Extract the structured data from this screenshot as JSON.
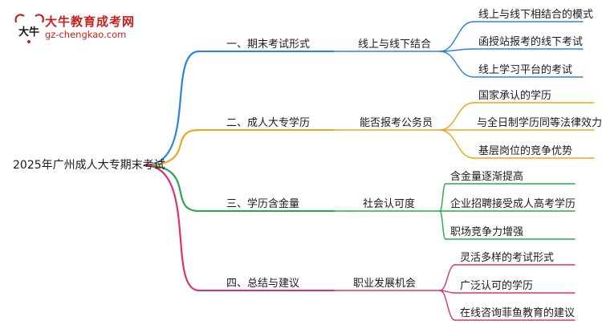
{
  "logo": {
    "title": "大牛教育成考网",
    "url": "gz-chengkao.com",
    "mark_glyph": "大牛",
    "color": "#c8201e"
  },
  "root": {
    "label": "2025年广州成人大专期末考试"
  },
  "branches": [
    {
      "label": "一、期末考试形式",
      "sub": "线上与线下结合",
      "color": "#2b83e0",
      "leaves": [
        "线上与线下相结合的模式",
        "函授站报考的线下考试",
        "线上学习平台的考试"
      ]
    },
    {
      "label": "二、成人大专学历",
      "sub": "能否报考公务员",
      "color": "#f0a41c",
      "leaves": [
        "国家承认的学历",
        "与全日制学历同等法律效力",
        "基层岗位的竞争优势"
      ]
    },
    {
      "label": "三、学历含金量",
      "sub": "社会认可度",
      "color": "#2aa84a",
      "leaves": [
        "含金量逐渐提高",
        "企业招聘接受成人高考学历",
        "职场竞争力增强"
      ]
    },
    {
      "label": "四、总结与建议",
      "sub": "职业发展机会",
      "color": "#e0306d",
      "leaves": [
        "灵活多样的考试形式",
        "广泛认可的学历",
        "在线咨询菲鱼教育的建议"
      ]
    }
  ]
}
